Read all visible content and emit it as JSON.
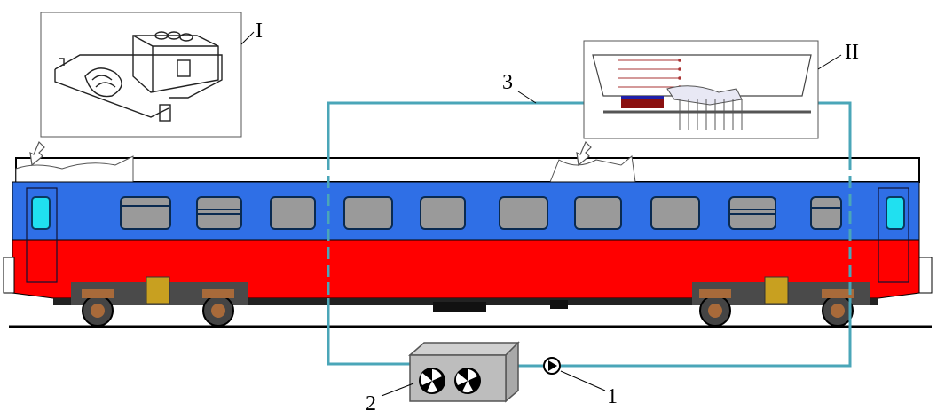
{
  "labels": {
    "inset_1": "I",
    "inset_2": "II",
    "pipe": "3",
    "unit": "2",
    "pump": "1"
  },
  "colors": {
    "roof": "#ffffff",
    "body_upper": "#2f6fe6",
    "body_lower": "#ff0000",
    "window": "#9a9a9a",
    "door_window": "#20e0f0",
    "pipe": "#4aa6b8",
    "chassis": "#333333",
    "bogie": "#a86a3a"
  },
  "icons": [
    "cooling-unit-fan-icon",
    "pump-icon",
    "detail-arrow-icon"
  ]
}
